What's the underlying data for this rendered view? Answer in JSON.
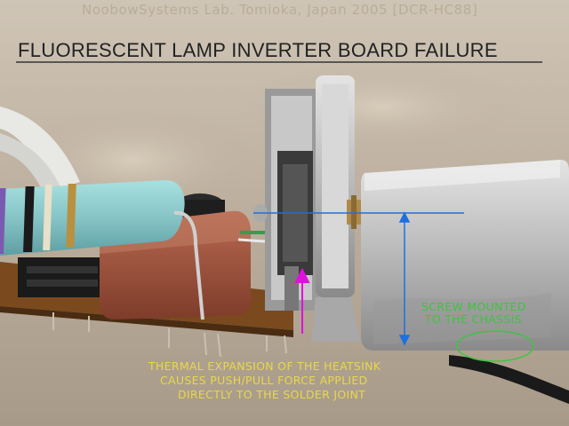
{
  "credit": "NoobowSystems Lab. Tomioka, Japan 2005 [DCR-HC88]",
  "title": "FLUORESCENT LAMP INVERTER BOARD FAILURE",
  "annotations": {
    "screw_line1": "SCREW MOUNTED",
    "screw_line2": "TO THE CHASSIS",
    "thermal_line1": "THERMAL EXPANSION OF THE HEATSINK",
    "thermal_line2": "CAUSES PUSH/PULL FORCE APPLIED",
    "thermal_line3": "DIRECTLY TO THE SOLDER JOINT"
  },
  "colors": {
    "background": "#bdb2a3",
    "credit_text": "#b8ad96",
    "title_text": "#222222",
    "green_annotation": "#3ec43e",
    "yellow_annotation": "#e8d84a",
    "blue_arrow": "#1e6fe0",
    "magenta_arrow": "#e010e0",
    "pcb": "#7a4a1e",
    "capacitor": "#a0503c",
    "resistor": "#8cc8c8",
    "heatsink": "#c8c8c8"
  }
}
